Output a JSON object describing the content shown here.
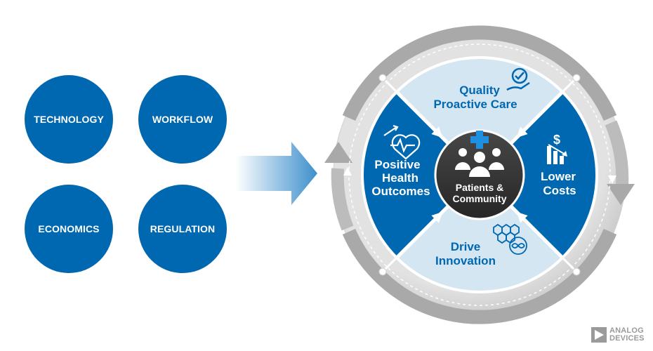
{
  "factors": [
    "TECHNOLOGY",
    "WORKFLOW",
    "ECONOMICS",
    "REGULATION"
  ],
  "center": {
    "line1": "Patients &",
    "line2": "Community"
  },
  "quadrants": {
    "top": {
      "line1": "Quality",
      "line2": "Proactive Care"
    },
    "left": {
      "line1": "Positive",
      "line2": "Health",
      "line3": "Outcomes"
    },
    "right": {
      "line1": "Lower",
      "line2": "Costs"
    },
    "bottom": {
      "line1": "Drive",
      "line2": "Innovation"
    }
  },
  "logo": {
    "line1": "ANALOG",
    "line2": "DEVICES"
  },
  "colors": {
    "primary_blue": "#0067b1",
    "light_blue": "#d4e6f2",
    "dark_center": "#333333",
    "ring_gray": "#a6a6a6"
  },
  "icons": [
    "checkmark-hand-icon",
    "heart-pulse-icon",
    "dollar-down-chart-icon",
    "dna-molecule-icon",
    "people-group-icon",
    "plus-icon"
  ]
}
